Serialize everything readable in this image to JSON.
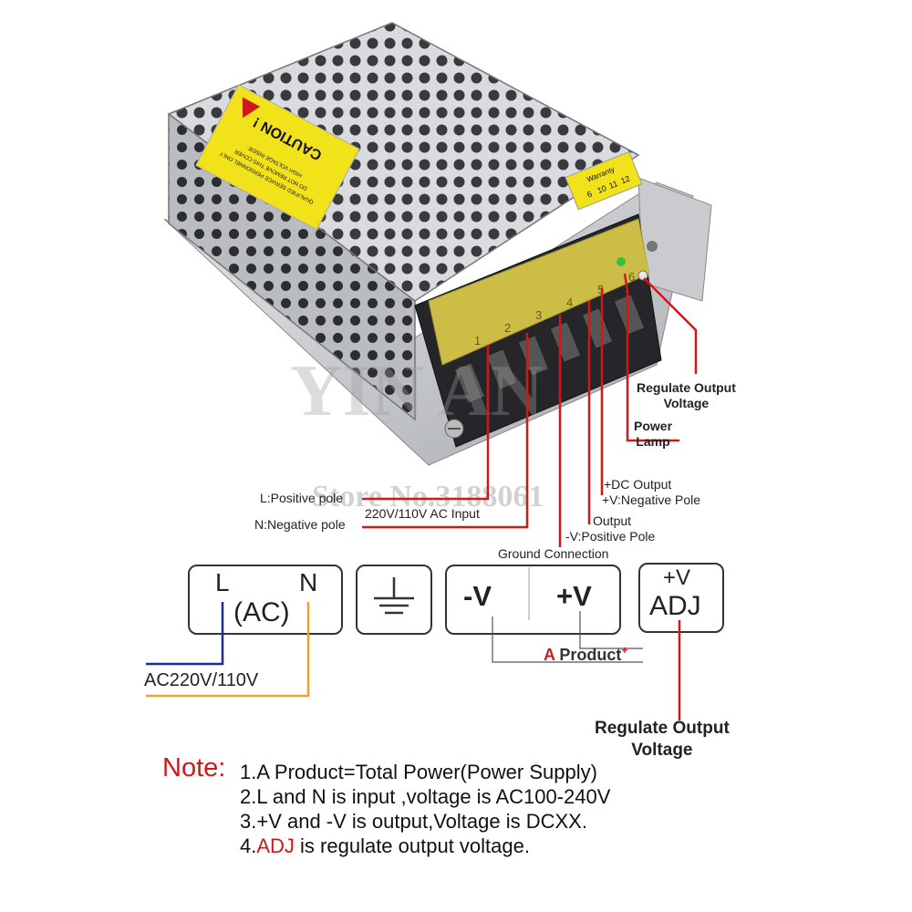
{
  "watermark": {
    "brand": "YIN AN",
    "store": "Store No.3188061"
  },
  "psu_label": {
    "caution": "CAUTION !",
    "warn_line1": "HIGH VOLTAGE INSIDE",
    "warn_line2": "DO NOT REMOVE THIS COVER",
    "warn_line3": "QUALIFIED SERVICE PERSONNEL ONLY"
  },
  "warranty_tag": {
    "text": "Warranty",
    "digits": [
      "6",
      "10",
      "11",
      "12"
    ]
  },
  "terminal_numbers": [
    "1",
    "2",
    "3",
    "4",
    "5",
    "6"
  ],
  "labels": {
    "regulate_top": [
      "Regulate Output",
      "Voltage"
    ],
    "power_lamp": [
      "Power",
      "Lamp"
    ],
    "dc_output": "+DC Output",
    "neg_pole": "+V:Negative Pole",
    "l_pos": "L:Positive pole",
    "n_neg": "N:Negative pole",
    "ac_input": "220V/110V AC Input",
    "output": "Output",
    "pos_pole": "-V:Positive Pole",
    "ground": "Ground Connection"
  },
  "boxes": {
    "ac_L": "L",
    "ac_N": "N",
    "ac_center": "(AC)",
    "minus_v": "-V",
    "plus_v": "+V",
    "adj_top": "+V",
    "adj": "ADJ"
  },
  "a_product": {
    "letter": "A",
    "text": "Product",
    "sup": "+"
  },
  "ac_voltage": "AC220V/110V",
  "regulate_bottom": [
    "Regulate Output",
    "Voltage"
  ],
  "note": {
    "title": "Note:",
    "line1": "1.A Product=Total Power(Power Supply)",
    "line2": "2.L and N is input ,voltage is AC100-240V",
    "line3": "3.+V and  -V is output,Voltage is DCXX.",
    "line4_num": "4.",
    "line4_adj": "ADJ",
    "line4_rest": " is regulate output voltage."
  },
  "colors": {
    "red_accent": "#d01818",
    "blue_wire": "#1a2a9a",
    "orange_wire": "#f0a030",
    "caution_yellow": "#f2e21a"
  }
}
